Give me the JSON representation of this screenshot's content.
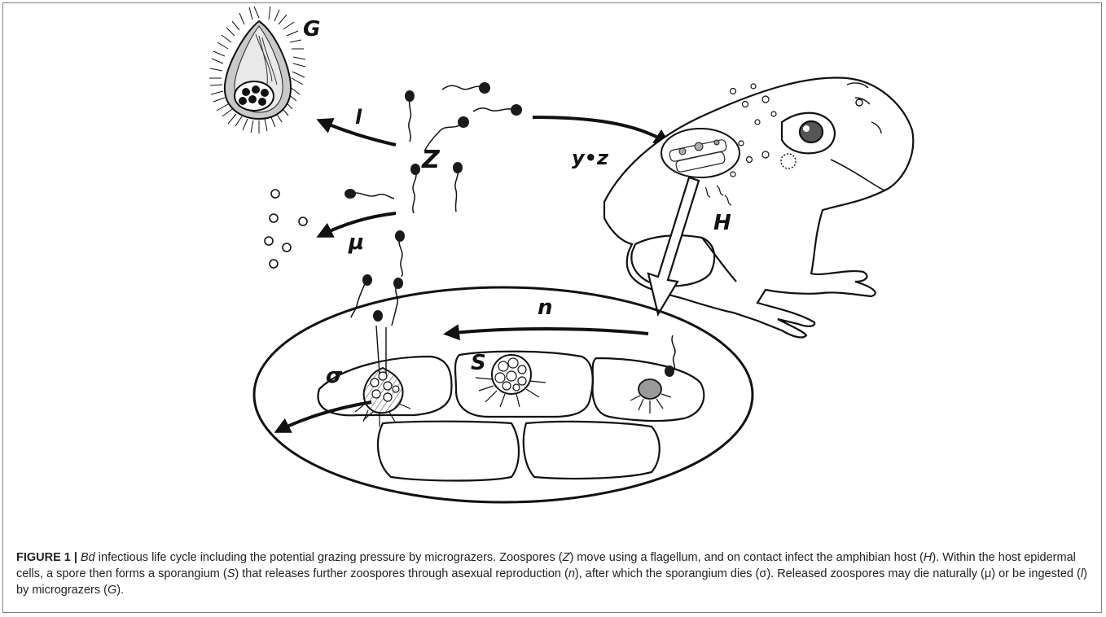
{
  "labels": {
    "G": "G",
    "l": "l",
    "Z": "Z",
    "yz": "y•z",
    "mu": "μ",
    "H": "H",
    "n": "n",
    "S": "S",
    "sigma": "σ"
  },
  "caption": {
    "figure_label": "FIGURE 1 |",
    "segments": [
      {
        "t": " ",
        "i": false
      },
      {
        "t": "Bd",
        "i": true
      },
      {
        "t": " infectious life cycle including the potential grazing pressure by micrograzers. Zoospores (",
        "i": false
      },
      {
        "t": "Z",
        "i": true
      },
      {
        "t": ") move using a flagellum, and on contact infect the amphibian host (",
        "i": false
      },
      {
        "t": "H",
        "i": true
      },
      {
        "t": "). Within the host epidermal cells, a spore then forms a sporangium (",
        "i": false
      },
      {
        "t": "S",
        "i": true
      },
      {
        "t": ") that releases further zoospores through asexual reproduction (",
        "i": false
      },
      {
        "t": "n",
        "i": true
      },
      {
        "t": "), after which the sporangium dies (σ). Released zoospores may die naturally (μ) or be ingested (",
        "i": false
      },
      {
        "t": "l",
        "i": true
      },
      {
        "t": ") by micrograzers (",
        "i": false
      },
      {
        "t": "G",
        "i": true
      },
      {
        "t": ").",
        "i": false
      }
    ]
  },
  "colors": {
    "ink": "#111111",
    "spore": "#222222",
    "cell_fill": "#ffffff",
    "sporangium_fill": "#b5b5b5",
    "frame": "#7f7f7f"
  }
}
